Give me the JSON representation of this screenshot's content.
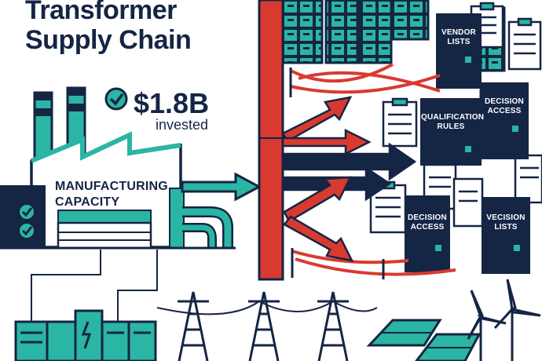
{
  "title": {
    "line1": "Transformer",
    "line2": "Supply Chain"
  },
  "investment": {
    "value": "$1.8B",
    "label": "invested",
    "icon": "check-circle-icon"
  },
  "factory": {
    "label_line1": "MANUFACTURING",
    "label_line2": "CAPACITY"
  },
  "doors": [
    {
      "line1": "VENDOR",
      "line2": "LISTS"
    },
    {
      "line1": "QUALIFICATION",
      "line2": "RULES"
    },
    {
      "line1": "DECISION",
      "line2": "ACCESS"
    },
    {
      "line1": "DECISION",
      "line2": "ACCESS"
    },
    {
      "line1": "VECISION",
      "line2": "LISTS"
    }
  ],
  "colors": {
    "navy": "#152544",
    "teal": "#2bb5a3",
    "red": "#d93a30",
    "white": "#ffffff"
  }
}
